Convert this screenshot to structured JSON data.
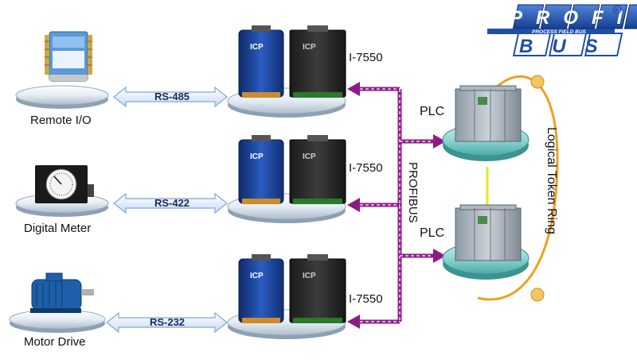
{
  "logo": {
    "word_top": "PROFI",
    "word_bottom": "BUS",
    "tagline": "PROCESS FIELD BUS",
    "registered": "®"
  },
  "devices": [
    {
      "label": "Remote I/O",
      "protocol": "RS-485",
      "converter": "I-7550",
      "icon": "remote-io-module"
    },
    {
      "label": "Digital Meter",
      "protocol": "RS-422",
      "converter": "I-7550",
      "icon": "digital-meter"
    },
    {
      "label": "Motor Drive",
      "protocol": "RS-232",
      "converter": "I-7550",
      "icon": "electric-motor"
    }
  ],
  "bus_label": "PROFIBUS",
  "plcs": [
    {
      "label": "PLC"
    },
    {
      "label": "PLC"
    }
  ],
  "ring_label": "Logical Token Ring",
  "colors": {
    "profibus": "#8e1a8a",
    "serial_link": "#a9c8e8",
    "ring": "#f0a020",
    "plc_disk": "#8fd6d2",
    "logo_blue": "#1f4ea8"
  }
}
